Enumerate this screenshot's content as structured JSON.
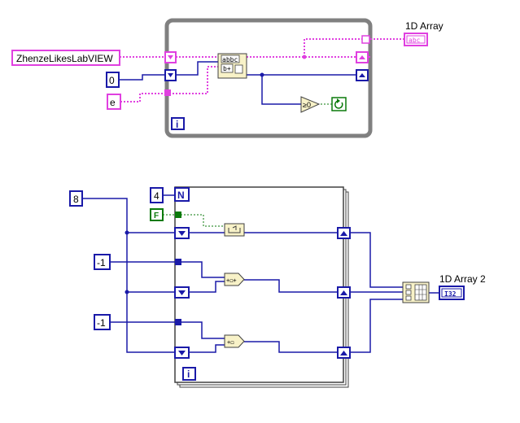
{
  "top_loop": {
    "input_string": "ZhenzeLikesLabVIEW",
    "start_index_const": "0",
    "char_const": "e",
    "iteration_terminal": "i",
    "compare_label": "≥0",
    "output_indicator_label": "1D Array",
    "output_indicator_type": "abc"
  },
  "bottom_loop": {
    "n_const": "8",
    "count_const": "4",
    "count_terminal": "N",
    "bool_const": "F",
    "neg_one_a": "-1",
    "neg_one_b": "-1",
    "iteration_terminal": "i",
    "output_indicator_label": "1D Array 2",
    "output_indicator_type": "I32"
  },
  "colors": {
    "string_wire": "#e040e0",
    "int_wire": "#1a1aa8",
    "bool_wire": "#0a7a0a",
    "loop_frame": "#808080",
    "for_frame": "#404040",
    "node_fill": "#f8f2c8"
  },
  "icons": [
    "string-search-node-icon",
    "greater-equal-zero-icon",
    "stop-condition-icon",
    "shift-register-icon",
    "build-array-icon",
    "increment-node-icon"
  ]
}
